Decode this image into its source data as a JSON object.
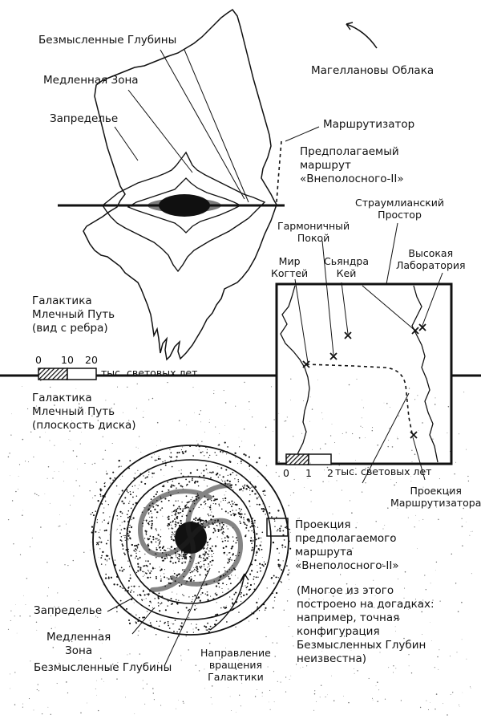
{
  "edge_view": {
    "title": "Галактика\nМлечный Путь\n(вид с ребра)",
    "labels": {
      "senseless_depths": "Безмысленные Глубины",
      "slow_zone": "Медленная Зона",
      "beyond": "Запределье",
      "magellanic_clouds": "Магеллановы Облака",
      "router": "Маршрутизатор",
      "route": "Предполагаемый\nмаршрут\n«Внеполосного-II»"
    },
    "scale": {
      "ticks": [
        "0",
        "10",
        "20"
      ],
      "unit": "тыс. световых лет"
    }
  },
  "disk_view": {
    "title": "Галактика\nМлечный Путь\n(плоскость диска)",
    "labels": {
      "beyond": "Запределье",
      "slow_zone": "Медленная\nЗона",
      "senseless_depths": "Безмысленные Глубины",
      "rotation": "Направление\nвращения\nГалактики",
      "route_projection": "Проекция\nпредполагаемого\nмаршрута\n«Внеполосного-II»",
      "note": "(Многое из этого\nпостроено на догадках:\nнапример, точная\nконфигурация\nБезмысленных Глубин\nнеизвестна)"
    }
  },
  "inset": {
    "labels": {
      "straumli": "Страумлианский\nПростор",
      "harmonious": "Гармоничный\nПокой",
      "sjandra": "Сьяндра\nКей",
      "high_lab": "Высокая\nЛаборатория",
      "claw_world": "Мир\nКогтей",
      "router_projection": "Проекция\nМаршрутизатора"
    },
    "scale": {
      "ticks": [
        "0",
        "1",
        "2"
      ],
      "unit": "тыс. световых лет"
    }
  }
}
